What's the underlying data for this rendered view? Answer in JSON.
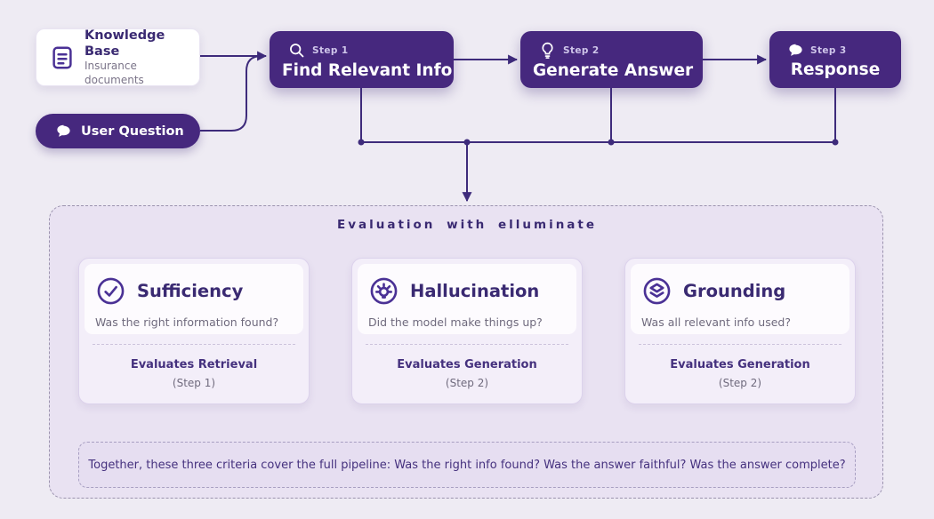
{
  "pipeline": {
    "knowledge_base": {
      "title": "Knowledge Base",
      "subtitle": "Insurance documents",
      "icon": "document-icon"
    },
    "user_question": {
      "label": "User Question",
      "icon": "chat-bubble-icon"
    },
    "steps": [
      {
        "step_label": "Step 1",
        "title": "Find Relevant Info",
        "icon": "magnifier-icon"
      },
      {
        "step_label": "Step 2",
        "title": "Generate Answer",
        "icon": "lightbulb-icon"
      },
      {
        "step_label": "Step 3",
        "title": "Response",
        "icon": "chat-bubble-icon"
      }
    ]
  },
  "evaluation": {
    "title": "Evaluation with elluminate",
    "criteria": [
      {
        "title": "Sufficiency",
        "question": "Was the right information found?",
        "evaluates": "Evaluates Retrieval",
        "step_ref": "(Step 1)",
        "icon": "check-circle-icon"
      },
      {
        "title": "Hallucination",
        "question": "Did the model make things up?",
        "evaluates": "Evaluates Generation",
        "step_ref": "(Step 2)",
        "icon": "idea-circle-icon"
      },
      {
        "title": "Grounding",
        "question": "Was all relevant info used?",
        "evaluates": "Evaluates Generation",
        "step_ref": "(Step 2)",
        "icon": "layers-circle-icon"
      }
    ],
    "summary": "Together, these three criteria cover the full pipeline: Was the right info found? Was the answer faithful? Was the answer complete?"
  },
  "colors": {
    "page_background": "#eeebf3",
    "box_purple": "#46287e",
    "line_purple": "#3e2b7b",
    "heading_purple": "#3a2a72",
    "muted_gray": "#6f6a7d",
    "container_background": "#e9e2f2",
    "card_background": "#f3eef9",
    "banner_background": "#e6def1"
  }
}
